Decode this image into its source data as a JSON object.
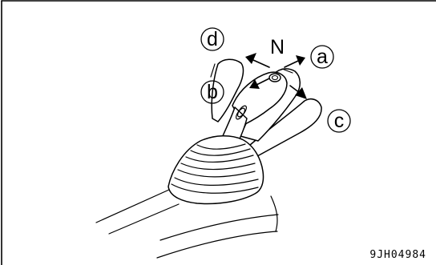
{
  "labels": {
    "neutral": "N",
    "a": "a",
    "b": "b",
    "c": "c",
    "d": "d"
  },
  "figure_code": "9JH04984"
}
